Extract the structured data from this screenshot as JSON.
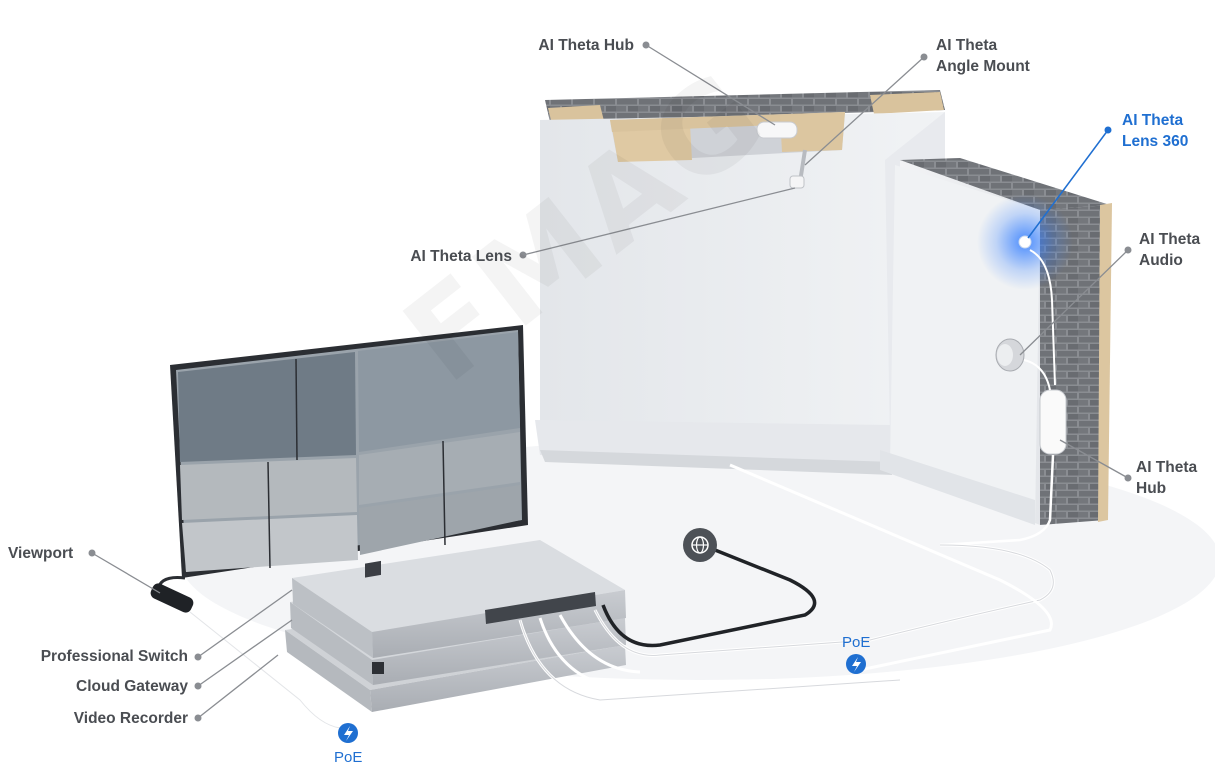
{
  "labels": {
    "hub_top": "AI Theta Hub",
    "angle_mount_1": "AI Theta",
    "angle_mount_2": "Angle Mount",
    "lens_360_1": "AI Theta",
    "lens_360_2": "Lens 360",
    "audio_1": "AI Theta",
    "audio_2": "Audio",
    "lens": "AI Theta Lens",
    "hub_right_1": "AI Theta",
    "hub_right_2": "Hub",
    "viewport": "Viewport",
    "professional_switch": "Professional Switch",
    "cloud_gateway": "Cloud Gateway",
    "video_recorder": "Video Recorder",
    "poe_right": "PoE",
    "poe_bottom": "PoE"
  },
  "watermark": "FMAG",
  "icons": {
    "internet": "globe-icon",
    "poe": "lightning-bolt-icon"
  },
  "colors": {
    "accent": "#1f6fd1",
    "label": "#4a4d52",
    "leader": "#8a8d92",
    "wall": "#eef0f3",
    "wood": "#dcc6a0",
    "brick": "#7b7e83"
  }
}
